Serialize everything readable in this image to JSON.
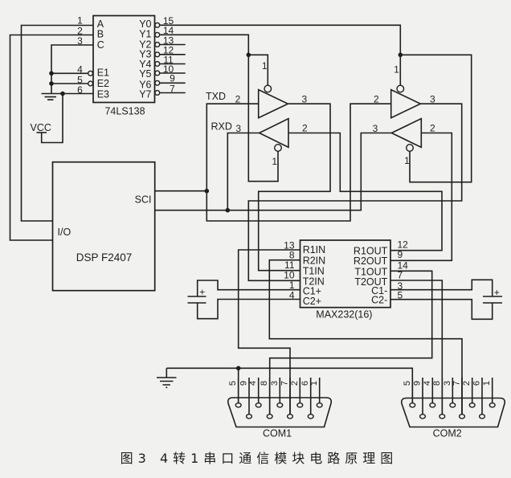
{
  "colors": {
    "ink": "#1e1e1e",
    "paper": "#f1f1ef"
  },
  "caption": "图3 4转1串口通信模块电路原理图",
  "decoder": {
    "part": "74LS138",
    "inputs": [
      {
        "name": "A",
        "pin": "1"
      },
      {
        "name": "B",
        "pin": "2"
      },
      {
        "name": "C",
        "pin": "3"
      },
      {
        "name": "E1",
        "pin": "4"
      },
      {
        "name": "E2",
        "pin": "5"
      },
      {
        "name": "E3",
        "pin": "6"
      }
    ],
    "outputs": [
      {
        "name": "Y0",
        "pin": "15"
      },
      {
        "name": "Y1",
        "pin": "14"
      },
      {
        "name": "Y2",
        "pin": "13"
      },
      {
        "name": "Y3",
        "pin": "12"
      },
      {
        "name": "Y4",
        "pin": "11"
      },
      {
        "name": "Y5",
        "pin": "10"
      },
      {
        "name": "Y6",
        "pin": "9"
      },
      {
        "name": "Y7",
        "pin": "7"
      }
    ]
  },
  "power": {
    "vcc_label": "VCC"
  },
  "dsp": {
    "part": "DSP F2407",
    "io_port": "I/O",
    "sci_port": "SCI"
  },
  "signals": {
    "txd": "TXD",
    "rxd": "RXD"
  },
  "buffers": [
    {
      "tx": {
        "in_pin": "2",
        "out_pin": "3",
        "enable_pin": "1"
      },
      "rx": {
        "in_pin": "2",
        "out_pin": "3",
        "enable_pin": "1"
      }
    },
    {
      "tx": {
        "in_pin": "2",
        "out_pin": "3",
        "enable_pin": "1"
      },
      "rx": {
        "in_pin": "2",
        "out_pin": "3",
        "enable_pin": "1"
      }
    }
  ],
  "transceiver": {
    "part": "MAX232(16)",
    "left_pins": [
      {
        "name": "R1IN",
        "pin": "13"
      },
      {
        "name": "R2IN",
        "pin": "8"
      },
      {
        "name": "T1IN",
        "pin": "11"
      },
      {
        "name": "T2IN",
        "pin": "10"
      },
      {
        "name": "C1+",
        "pin": "1"
      },
      {
        "name": "C2+",
        "pin": "4"
      }
    ],
    "right_pins": [
      {
        "name": "R1OUT",
        "pin": "12"
      },
      {
        "name": "R2OUT",
        "pin": "9"
      },
      {
        "name": "T1OUT",
        "pin": "14"
      },
      {
        "name": "T2OUT",
        "pin": "7"
      },
      {
        "name": "C1-",
        "pin": "3"
      },
      {
        "name": "C2-",
        "pin": "5"
      }
    ]
  },
  "capacitors": [
    {
      "polarity": "+"
    },
    {
      "polarity": "+"
    }
  ],
  "connectors": [
    {
      "name": "COM1",
      "pins": [
        "5",
        "9",
        "4",
        "8",
        "3",
        "7",
        "2",
        "6",
        "1"
      ]
    },
    {
      "name": "COM2",
      "pins": [
        "5",
        "9",
        "4",
        "8",
        "3",
        "7",
        "2",
        "6",
        "1"
      ]
    }
  ]
}
